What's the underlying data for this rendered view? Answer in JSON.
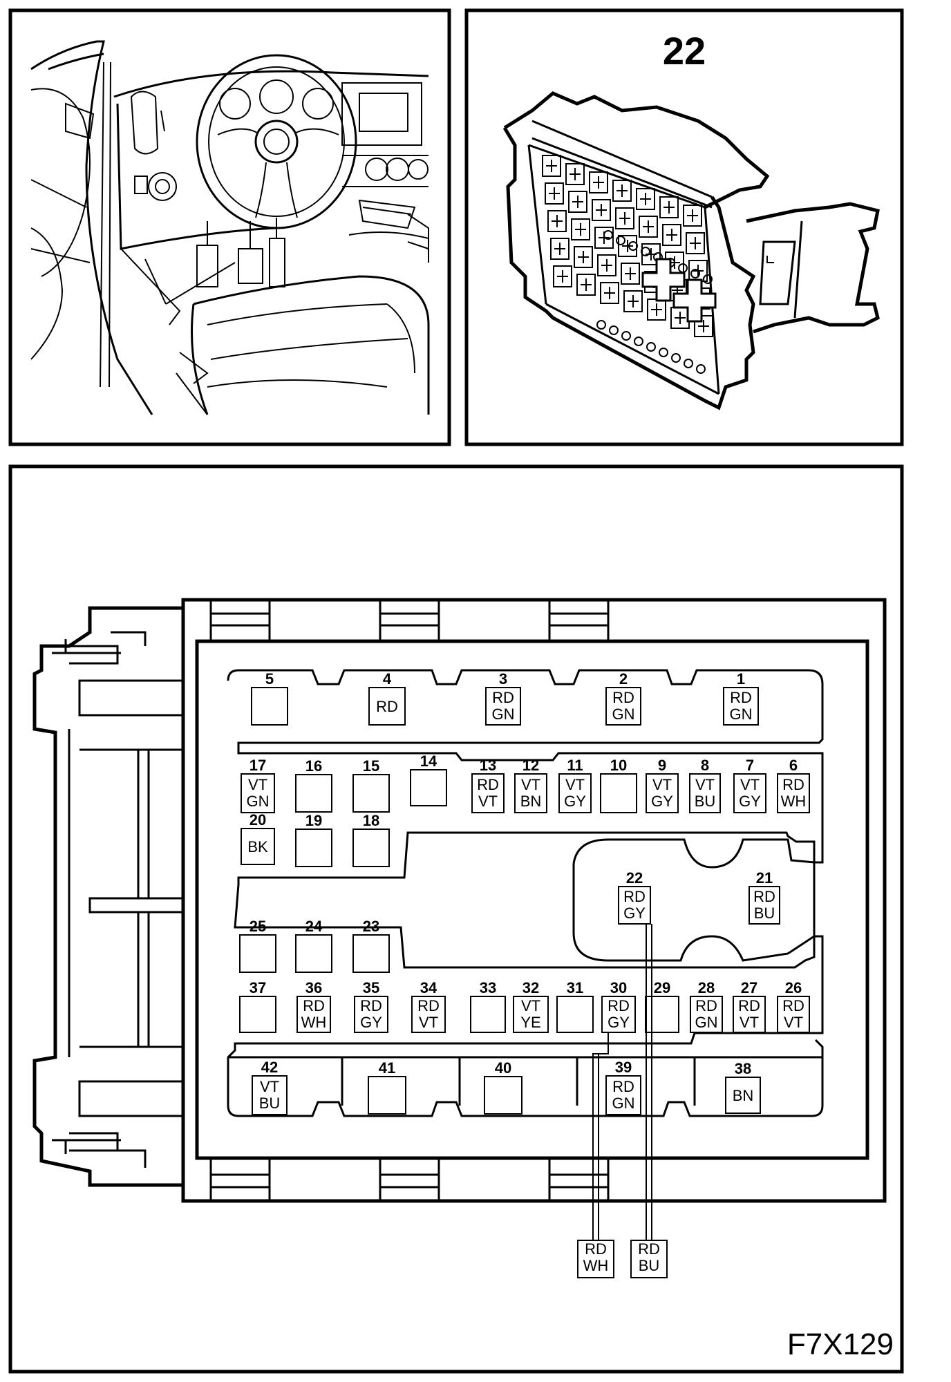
{
  "connector_id": "22",
  "figure_code": "F7X129",
  "pins": [
    {
      "pin": "1",
      "wires": [
        "RD",
        "GN"
      ]
    },
    {
      "pin": "2",
      "wires": [
        "RD",
        "GN"
      ]
    },
    {
      "pin": "3",
      "wires": [
        "RD",
        "GN"
      ]
    },
    {
      "pin": "4",
      "wires": [
        "RD"
      ]
    },
    {
      "pin": "5",
      "wires": []
    },
    {
      "pin": "6",
      "wires": [
        "RD",
        "WH"
      ]
    },
    {
      "pin": "7",
      "wires": [
        "VT",
        "GY"
      ]
    },
    {
      "pin": "8",
      "wires": [
        "VT",
        "BU"
      ]
    },
    {
      "pin": "9",
      "wires": [
        "VT",
        "GY"
      ]
    },
    {
      "pin": "10",
      "wires": []
    },
    {
      "pin": "11",
      "wires": [
        "VT",
        "GY"
      ]
    },
    {
      "pin": "12",
      "wires": [
        "VT",
        "BN"
      ]
    },
    {
      "pin": "13",
      "wires": [
        "RD",
        "VT"
      ]
    },
    {
      "pin": "14",
      "wires": []
    },
    {
      "pin": "15",
      "wires": []
    },
    {
      "pin": "16",
      "wires": []
    },
    {
      "pin": "17",
      "wires": [
        "VT",
        "GN"
      ]
    },
    {
      "pin": "18",
      "wires": []
    },
    {
      "pin": "19",
      "wires": []
    },
    {
      "pin": "20",
      "wires": [
        "BK"
      ]
    },
    {
      "pin": "21",
      "wires": [
        "RD",
        "BU"
      ]
    },
    {
      "pin": "22",
      "wires": [
        "RD",
        "GY"
      ]
    },
    {
      "pin": "23",
      "wires": []
    },
    {
      "pin": "24",
      "wires": []
    },
    {
      "pin": "25",
      "wires": []
    },
    {
      "pin": "26",
      "wires": [
        "RD",
        "VT"
      ]
    },
    {
      "pin": "27",
      "wires": [
        "RD",
        "VT"
      ]
    },
    {
      "pin": "28",
      "wires": [
        "RD",
        "GN"
      ]
    },
    {
      "pin": "29",
      "wires": []
    },
    {
      "pin": "30",
      "wires": [
        "RD",
        "GY"
      ]
    },
    {
      "pin": "31",
      "wires": []
    },
    {
      "pin": "32",
      "wires": [
        "VT",
        "YE"
      ]
    },
    {
      "pin": "33",
      "wires": []
    },
    {
      "pin": "34",
      "wires": [
        "RD",
        "VT"
      ]
    },
    {
      "pin": "35",
      "wires": [
        "RD",
        "GY"
      ]
    },
    {
      "pin": "36",
      "wires": [
        "RD",
        "WH"
      ]
    },
    {
      "pin": "37",
      "wires": []
    },
    {
      "pin": "38",
      "wires": [
        "BN"
      ]
    },
    {
      "pin": "39",
      "wires": [
        "RD",
        "GN"
      ]
    },
    {
      "pin": "40",
      "wires": []
    },
    {
      "pin": "41",
      "wires": []
    },
    {
      "pin": "42",
      "wires": [
        "VT",
        "BU"
      ]
    }
  ],
  "external_leads": [
    {
      "wires": [
        "RD",
        "WH"
      ]
    },
    {
      "wires": [
        "RD",
        "BU"
      ]
    }
  ]
}
